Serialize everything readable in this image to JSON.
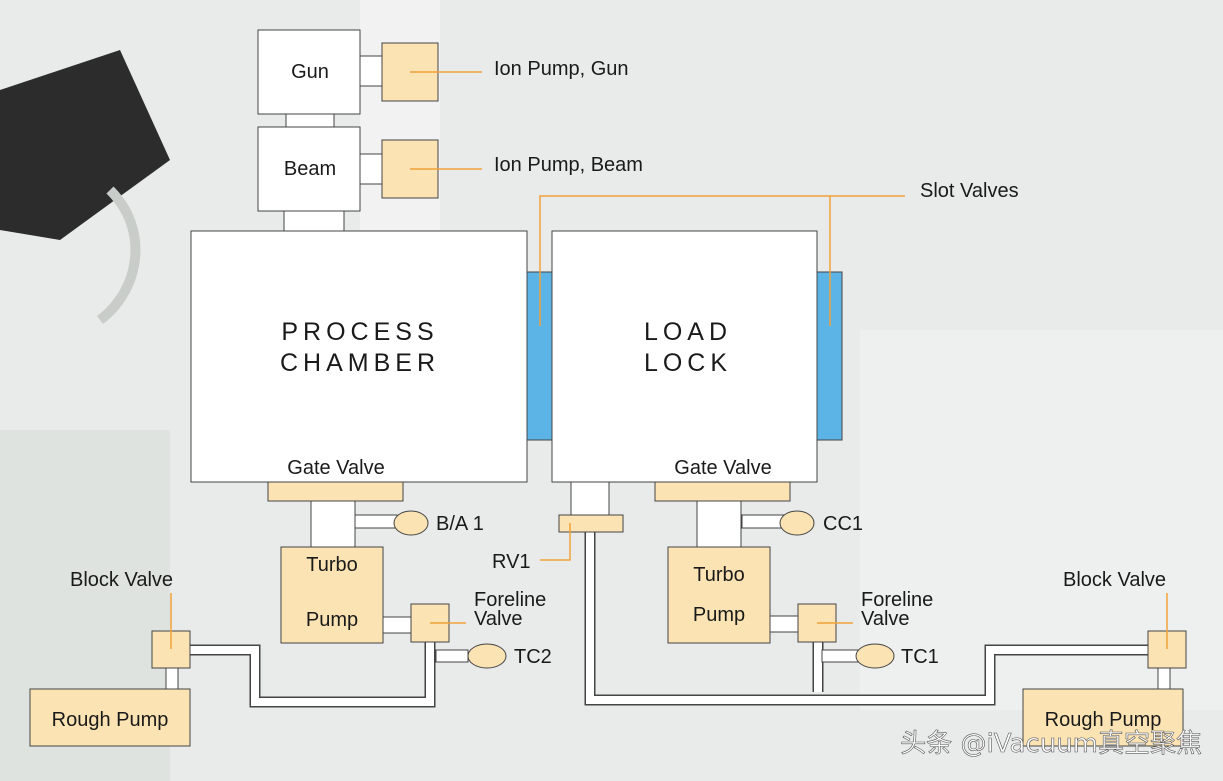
{
  "colors": {
    "cream": "#fbe3b4",
    "slot_valve_blue": "#5cb4e6",
    "leader_orange": "#f2a23a",
    "pipe": "#ffffff",
    "outline": "#3a3a3a"
  },
  "labels": {
    "gun": "Gun",
    "beam": "Beam",
    "ion_pump_gun": "Ion Pump, Gun",
    "ion_pump_beam": "Ion Pump, Beam",
    "slot_valves": "Slot Valves",
    "process_chamber_line1": "PROCESS",
    "process_chamber_line2": "CHAMBER",
    "load_lock_line1": "LOAD",
    "load_lock_line2": "LOCK",
    "gate_valve_left": "Gate Valve",
    "gate_valve_right": "Gate Valve",
    "ba1": "B/A 1",
    "cc1": "CC1",
    "rv1": "RV1",
    "turbo_left": "Turbo",
    "pump_left": "Pump",
    "turbo_right": "Turbo",
    "pump_right": "Pump",
    "foreline_left_1": "Foreline",
    "foreline_left_2": "Valve",
    "foreline_right_1": "Foreline",
    "foreline_right_2": "Valve",
    "tc2": "TC2",
    "tc1": "TC1",
    "block_valve_left": "Block Valve",
    "block_valve_right": "Block Valve",
    "rough_pump_left": "Rough Pump",
    "rough_pump_right": "Rough Pump"
  },
  "watermark": "头条 @iVacuum真空聚焦"
}
